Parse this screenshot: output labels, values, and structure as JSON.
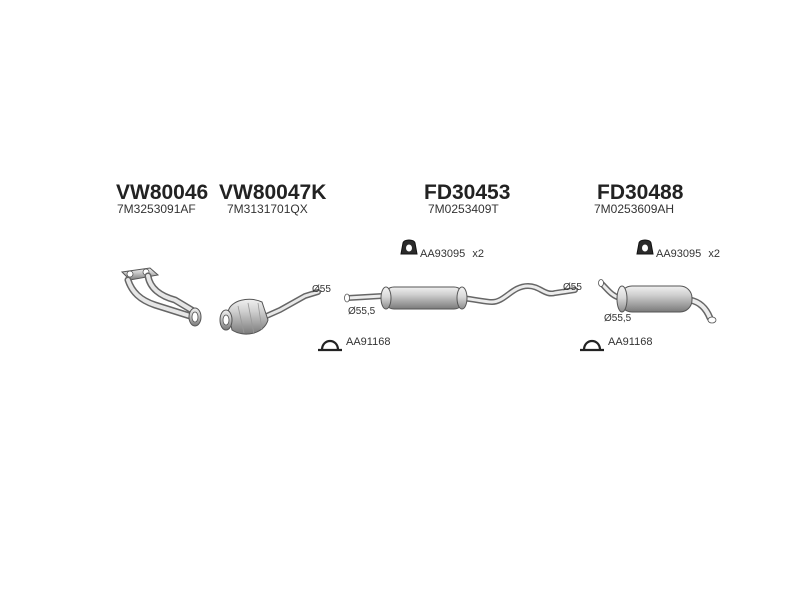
{
  "groups": [
    {
      "code": "VW80046",
      "ref": "7M3253091AF"
    },
    {
      "code": "VW80047K",
      "ref": "7M3131701QX"
    },
    {
      "code": "FD30453",
      "ref": "7M0253409T"
    },
    {
      "code": "FD30488",
      "ref": "7M0253609AH"
    }
  ],
  "hardware": {
    "hanger_1": {
      "label": "AA93095",
      "qty": "x2"
    },
    "hanger_2": {
      "label": "AA93095",
      "qty": "x2"
    },
    "clamp_1": {
      "label": "AA91168"
    },
    "clamp_2": {
      "label": "AA91168"
    }
  },
  "dimensions": {
    "cat_outlet": "Ø55",
    "mid_inlet": "Ø55,5",
    "mid_outlet": "Ø55",
    "rear_inlet": "Ø55,5"
  }
}
